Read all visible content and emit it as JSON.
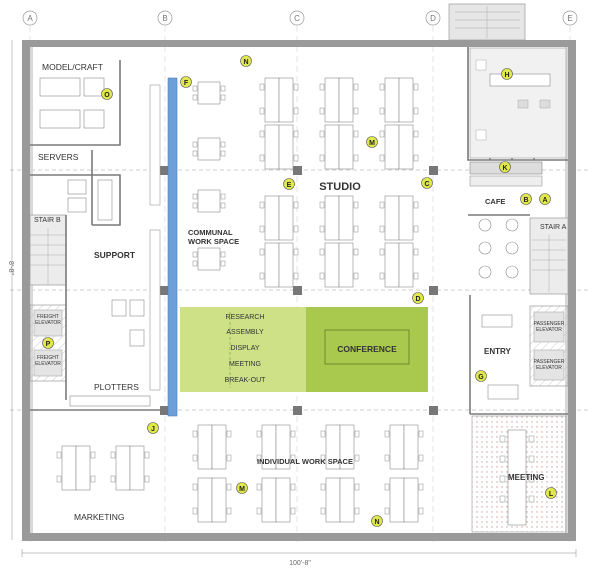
{
  "plan": {
    "grid_columns": [
      "A",
      "B",
      "C",
      "D",
      "E"
    ],
    "rooms": {
      "model_craft": "MODEL/CRAFT",
      "servers": "SERVERS",
      "support": "SUPPORT",
      "plotters": "PLOTTERS",
      "marketing": "MARKETING",
      "studio": "STUDIO",
      "communal_1": "COMMUNAL",
      "communal_2": "WORK SPACE",
      "individual": "INDIVIDUAL WORK SPACE",
      "conference": "CONFERENCE",
      "cafe": "CAFE",
      "entry": "ENTRY",
      "meeting": "MEETING",
      "stair_b": "STAIR B",
      "stair_a": "STAIR A",
      "freight_1": "FREIGHT",
      "freight_2": "ELEVATOR",
      "freight_3": "FREIGHT",
      "freight_4": "ELEVATOR",
      "passenger_1": "PASSENGER",
      "passenger_2": "ELEVATOR",
      "passenger_3": "PASSENGER",
      "passenger_4": "ELEVATOR"
    },
    "activities": [
      "RESEARCH",
      "ASSEMBLY",
      "DISPLAY",
      "MEETING",
      "BREAK-OUT"
    ],
    "dimension_width": "100'-8\"",
    "dimension_height": "8'-8\"",
    "markers": {
      "n_top": "N",
      "o": "O",
      "f": "F",
      "h": "H",
      "m_top": "M",
      "e": "E",
      "c": "C",
      "k": "K",
      "b": "B",
      "a": "A",
      "d": "D",
      "p": "P",
      "g": "G",
      "j": "J",
      "m_bot": "M",
      "l": "L",
      "n_bot": "N"
    },
    "colors": {
      "wall": "#9a9a9a",
      "conference_zone": "#c9de7a",
      "conference_core": "#a9c94e",
      "communal_strip": "#6f9fd8",
      "marker": "#e0e84c"
    }
  }
}
